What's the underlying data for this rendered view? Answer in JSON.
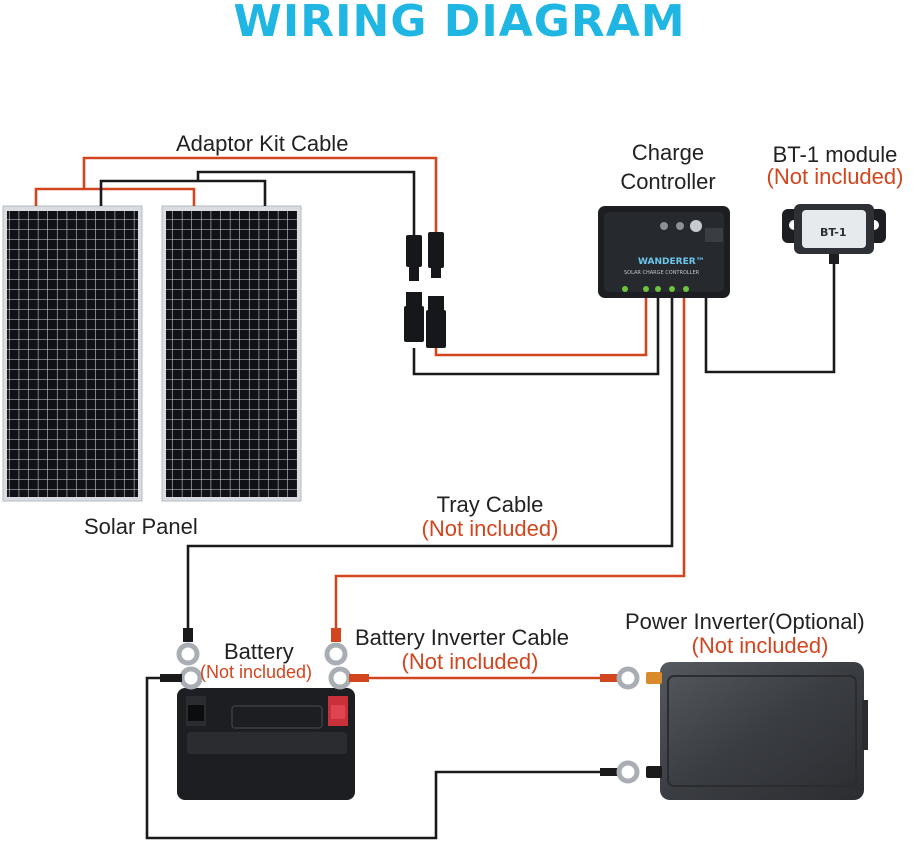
{
  "title": "WIRING DIAGRAM",
  "labels": {
    "adaptor_kit_cable": "Adaptor Kit Cable",
    "charge_controller_line1": "Charge",
    "charge_controller_line2": "Controller",
    "bt1_module": "BT-1 module",
    "bt1_note": "(Not included)",
    "solar_panel": "Solar Panel",
    "tray_cable": "Tray Cable",
    "tray_cable_note": "(Not included)",
    "battery": "Battery",
    "battery_note": "(Not included)",
    "battery_inverter_cable": "Battery Inverter Cable",
    "battery_inverter_cable_note": "(Not included)",
    "power_inverter": "Power Inverter(Optional)",
    "power_inverter_note": "(Not included)"
  },
  "device_text": {
    "controller_brand": "WANDERER™",
    "controller_sub": "SOLAR CHARGE CONTROLLER",
    "bt1_face": "BT-1"
  },
  "colors": {
    "title": "#1fb6e3",
    "note": "#d2461f",
    "positive_wire": "#d2461f",
    "negative_wire": "#1a1a1a"
  }
}
